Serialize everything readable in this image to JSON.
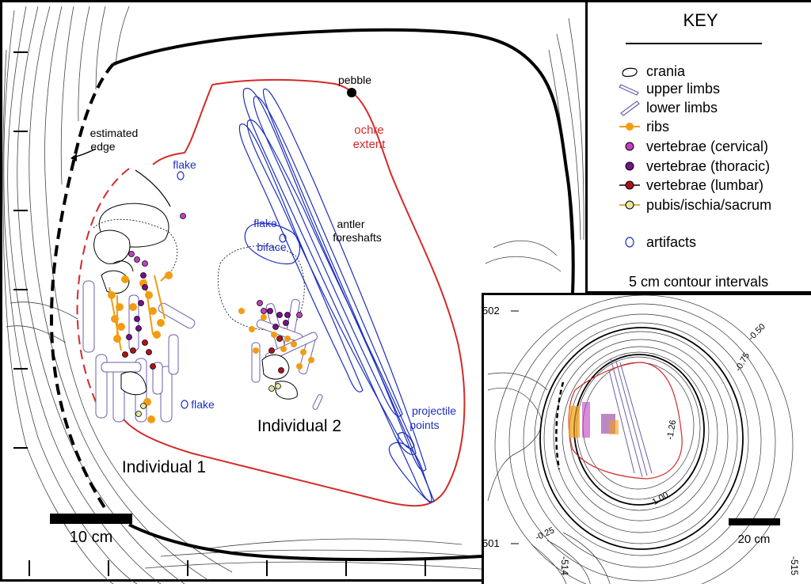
{
  "labels": {
    "pebble": "pebble",
    "ochre": "ochre",
    "extent": "extent",
    "estimated": "estimated",
    "edge": "edge",
    "flake_top": "flake",
    "flake_mid": "flake",
    "flake_low": "flake",
    "biface": "biface",
    "antler": "antler",
    "foreshafts": "foreshafts",
    "projectile": "projectile",
    "points": "points",
    "individual1": "Individual 1",
    "individual2": "Individual 2",
    "scale_main": "10 cm"
  },
  "key": {
    "title": "KEY",
    "items": [
      {
        "label": "crania",
        "icon": "crania-icon"
      },
      {
        "label": "upper limbs",
        "icon": "upper-limb-icon"
      },
      {
        "label": "lower limbs",
        "icon": "lower-limb-icon"
      },
      {
        "label": "ribs",
        "icon": "rib-icon"
      },
      {
        "label": "vertebrae (cervical)",
        "icon": "cervical-icon"
      },
      {
        "label": "vertebrae (thoracic)",
        "icon": "thoracic-icon"
      },
      {
        "label": "vertebrae (lumbar)",
        "icon": "lumbar-icon"
      },
      {
        "label": "pubis/ischia/sacrum",
        "icon": "pubis-icon"
      },
      {
        "label": "artifacts",
        "icon": "artifact-icon"
      }
    ],
    "contour_note": "5 cm contour intervals"
  },
  "inset": {
    "y_top": "502",
    "y_bottom": "501",
    "x_left": "-514",
    "x_right": "-515",
    "scale": "20 cm",
    "contours": [
      "-0.50",
      "-0.75",
      "-1.26",
      "-1.00",
      "-0.25"
    ]
  },
  "colors": {
    "ochre_line": "#d42a2a",
    "artifact_blue": "#1c2fc0",
    "rib_orange": "#f39c12",
    "cervical": "#c040c0",
    "thoracic": "#7a0f8a",
    "lumbar": "#b0121c",
    "pubis": "#e6e6a0",
    "limb": "#8a7ab8"
  }
}
